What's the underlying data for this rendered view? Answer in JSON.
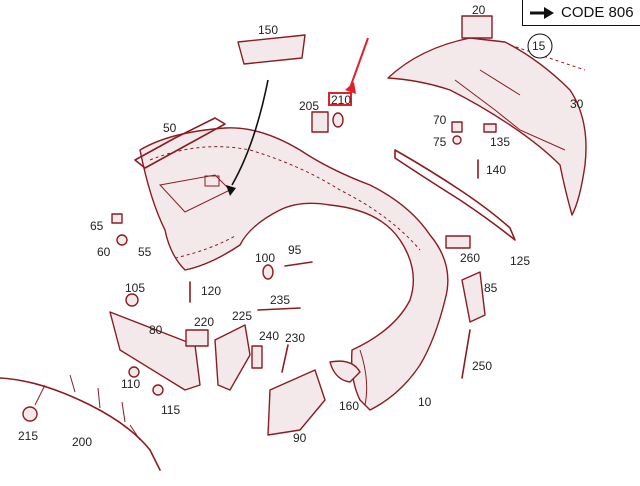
{
  "note": {
    "arrow_icon": "right-arrow-icon",
    "text": "CODE 806"
  },
  "callouts": {
    "c10": "10",
    "c15": "15",
    "c20": "20",
    "c30": "30",
    "c50": "50",
    "c55": "55",
    "c60": "60",
    "c65": "65",
    "c70": "70",
    "c75": "75",
    "c80": "80",
    "c85": "85",
    "c90": "90",
    "c95": "95",
    "c100": "100",
    "c105": "105",
    "c110": "110",
    "c115": "115",
    "c120": "120",
    "c125": "125",
    "c135": "135",
    "c140": "140",
    "c150": "150",
    "c160": "160",
    "c200": "200",
    "c205": "205",
    "c210": "210",
    "c215": "215",
    "c220": "220",
    "c225": "225",
    "c230": "230",
    "c235": "235",
    "c240": "240",
    "c250": "250",
    "c260": "260"
  },
  "highlight": {
    "color": "#e0202a",
    "target": "210"
  },
  "colors": {
    "part_stroke": "#8a1c24",
    "highlight": "#e0202a"
  }
}
